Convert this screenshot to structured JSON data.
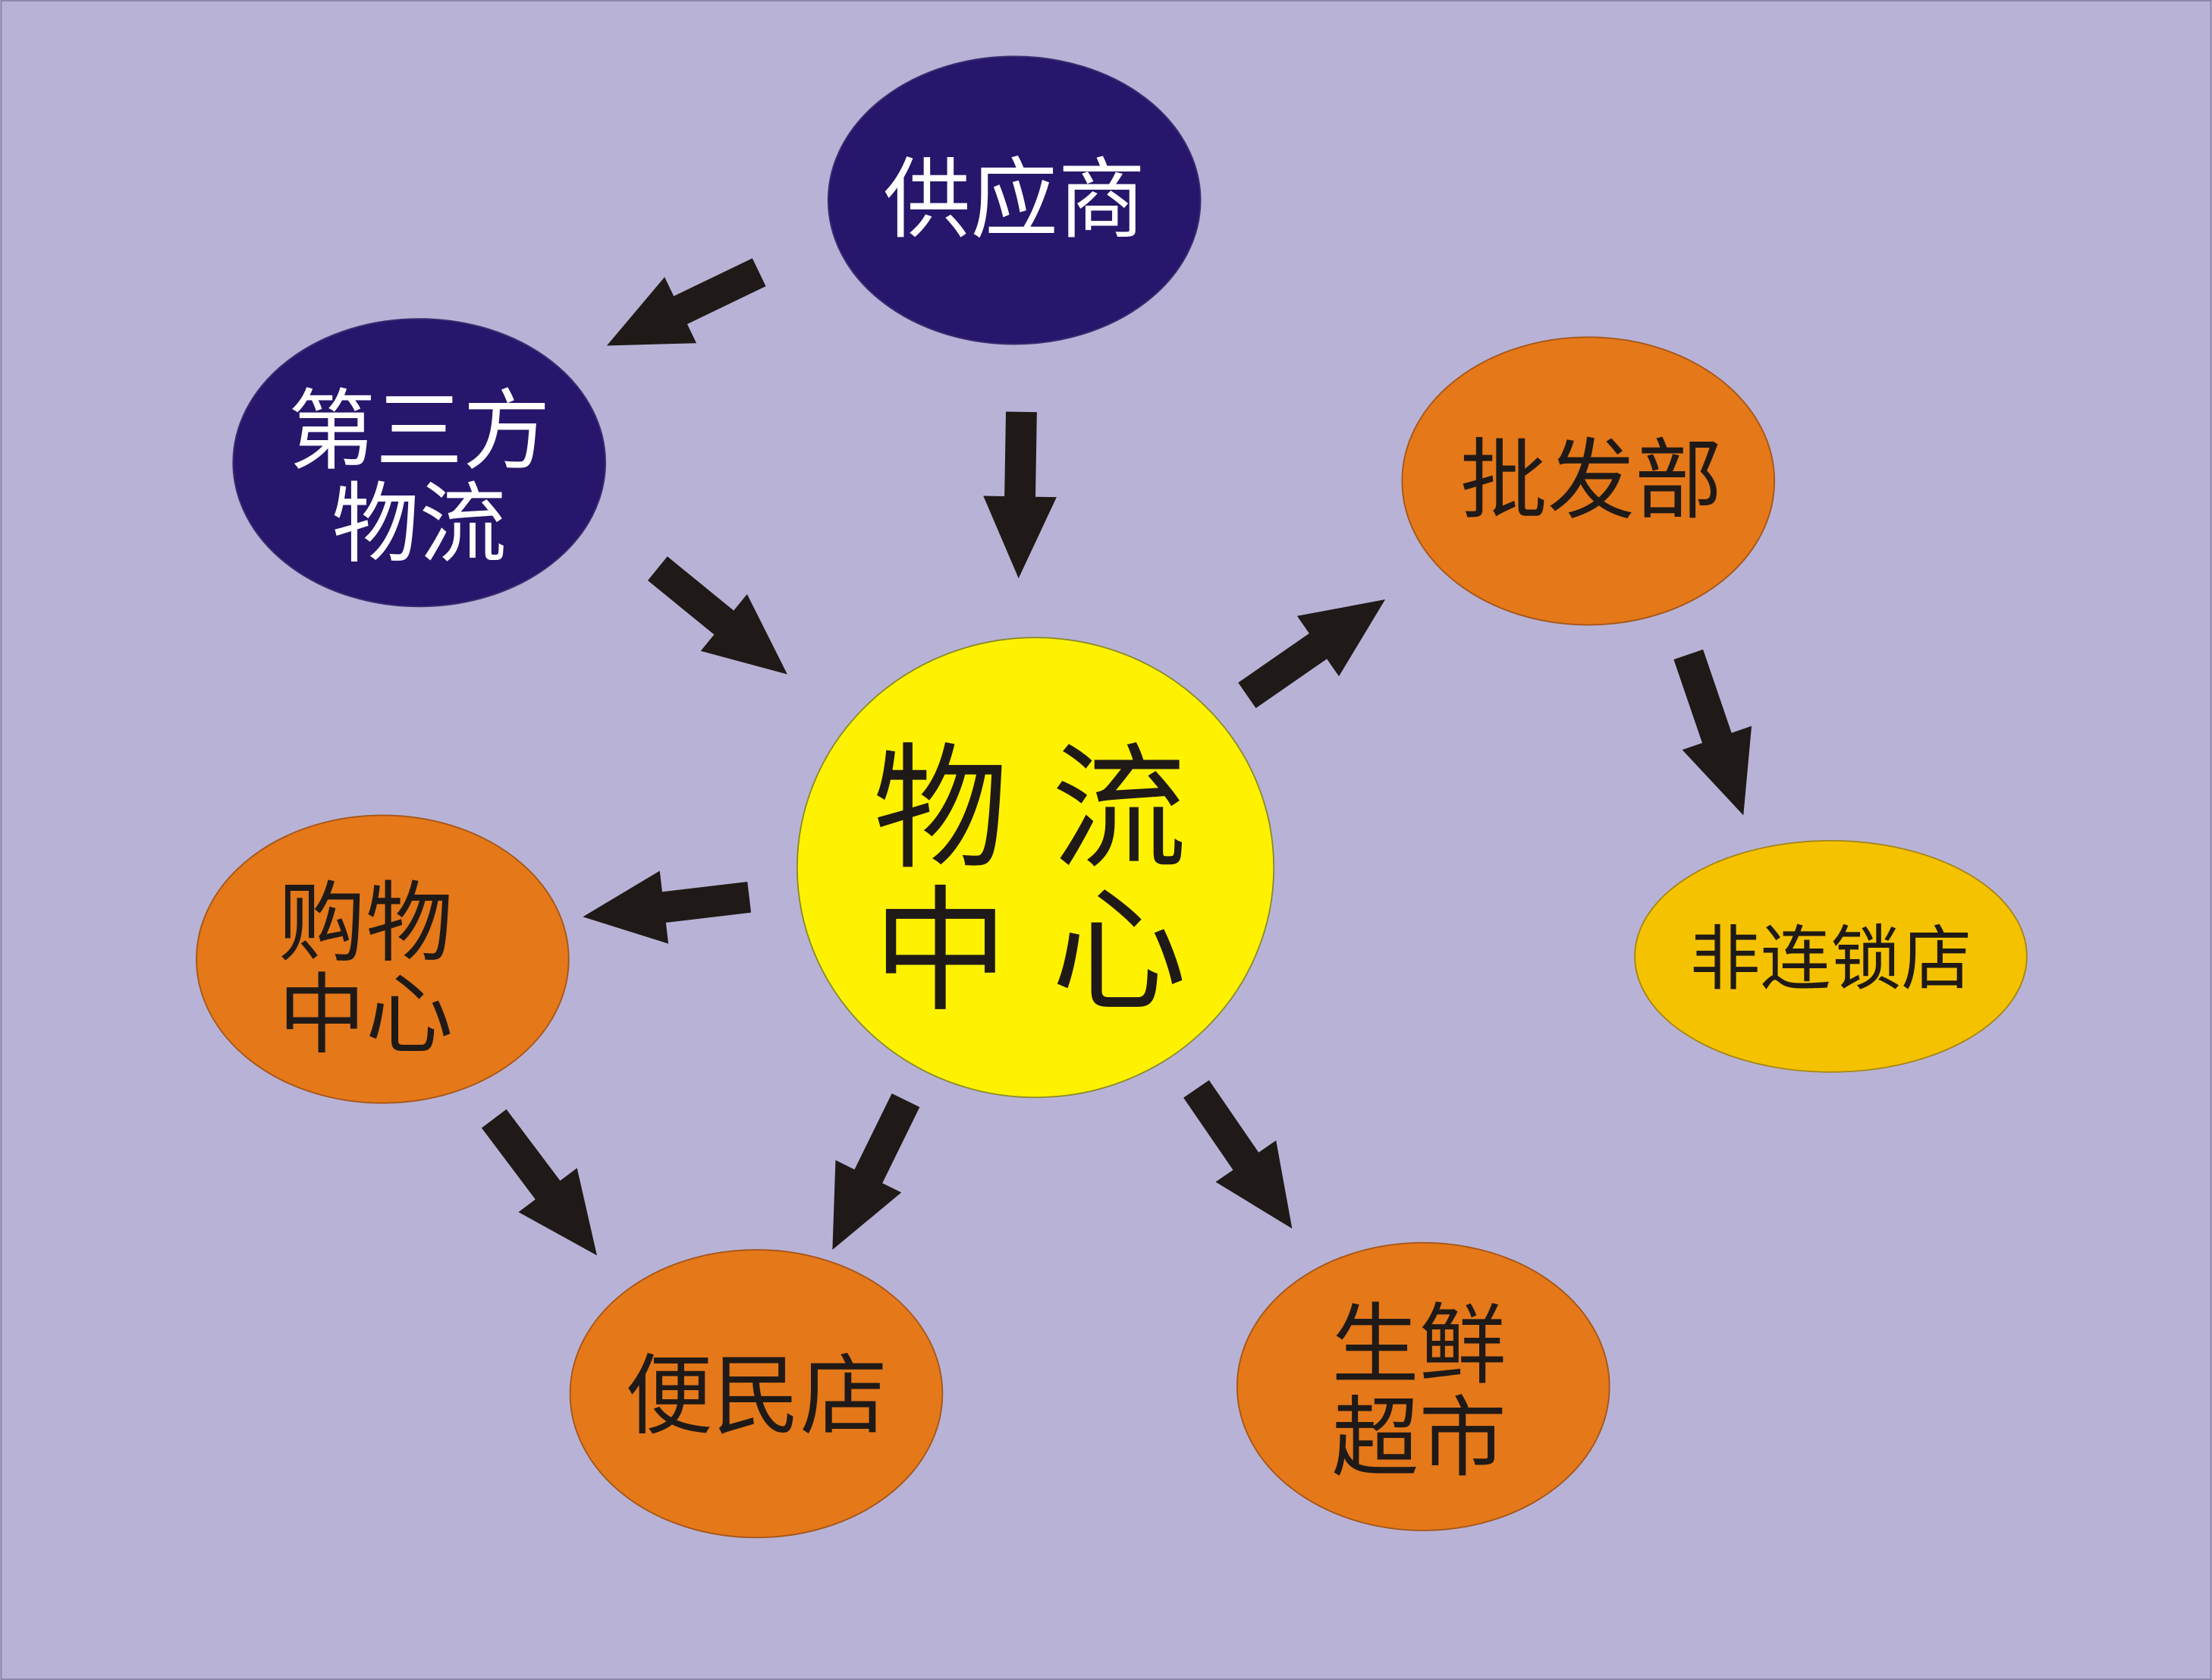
{
  "colors": {
    "background": "#b8b3d6",
    "navy": "#27166b",
    "orange": "#e57819",
    "amber": "#f5c200",
    "yellow": "#fff200",
    "arrow": "#1f1a17"
  },
  "nodes": {
    "supplier": {
      "lines": [
        "供应商"
      ]
    },
    "third_party": {
      "lines": [
        "第三方",
        "物流"
      ]
    },
    "center": {
      "lines": [
        "物 流",
        "中 心"
      ]
    },
    "wholesale": {
      "lines": [
        "批发部"
      ]
    },
    "non_chain": {
      "lines": [
        "非连锁店"
      ]
    },
    "mall": {
      "lines": [
        "购物",
        "中心"
      ]
    },
    "convenience": {
      "lines": [
        "便民店"
      ]
    },
    "fresh": {
      "lines": [
        "生鲜",
        "超市"
      ]
    }
  }
}
